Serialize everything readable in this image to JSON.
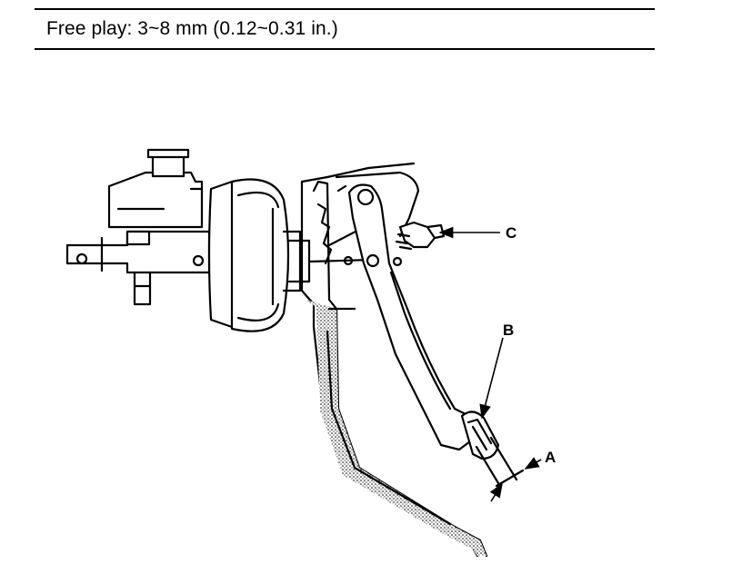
{
  "spec": {
    "text": "Free play: 3~8 mm (0.12~0.31 in.)"
  },
  "diagram": {
    "callouts": {
      "a": "A",
      "b": "B",
      "c": "C"
    }
  }
}
